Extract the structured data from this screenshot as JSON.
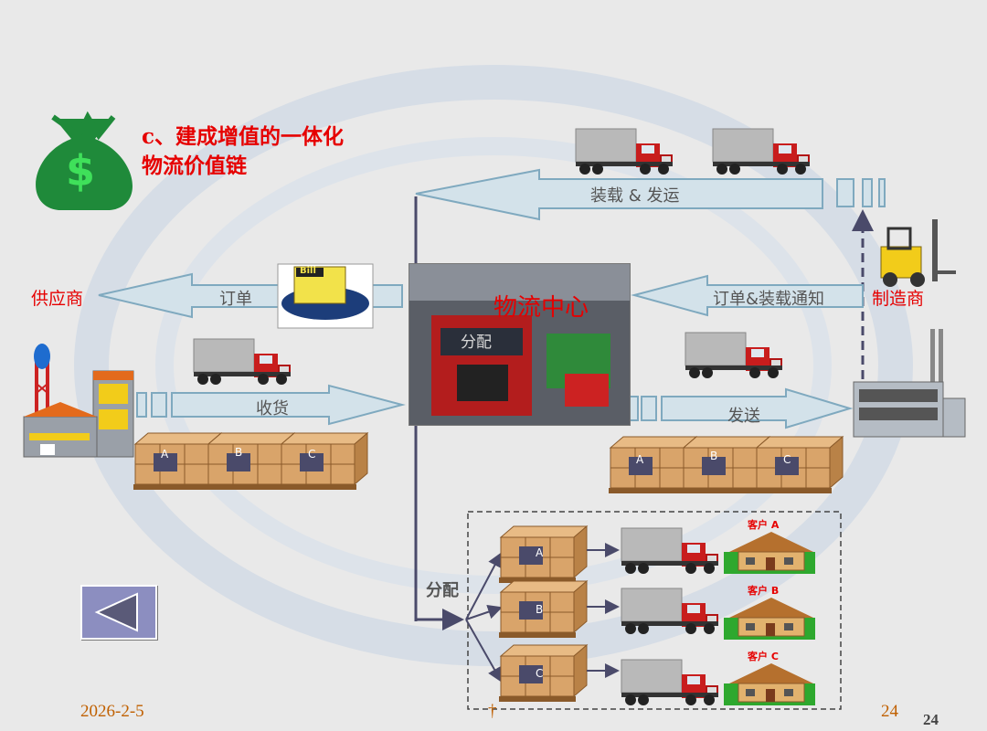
{
  "title_lines": [
    "c、建成增值的一体化",
    "物流价值链"
  ],
  "nodes": {
    "supplier": "供应商",
    "manufacturer": "制造商",
    "center_title": "物流中心",
    "center_sub": "分配"
  },
  "flows": {
    "load_ship": "装载 & 发运",
    "order": "订单",
    "order_notice": "订单&装载通知",
    "receive": "收货",
    "send": "发送",
    "distribute": "分配"
  },
  "pallet_labels": [
    "A",
    "B",
    "C"
  ],
  "customers": [
    "客户 A",
    "客户 B",
    "客户 C"
  ],
  "bill_label": "Bill",
  "icons": [
    "money-bag-icon",
    "truck-icon",
    "forklift-icon",
    "factory-icon",
    "house-icon",
    "bill-icon",
    "pallet-icon"
  ],
  "footer": {
    "date": "2026-2-5",
    "mark": "†",
    "page": "24",
    "page_corner": "24"
  },
  "colors": {
    "accent": "#e60000",
    "arrow": "#c8dde6",
    "arrow_stroke": "#7fa9bf",
    "nav": "#5a5a78"
  }
}
